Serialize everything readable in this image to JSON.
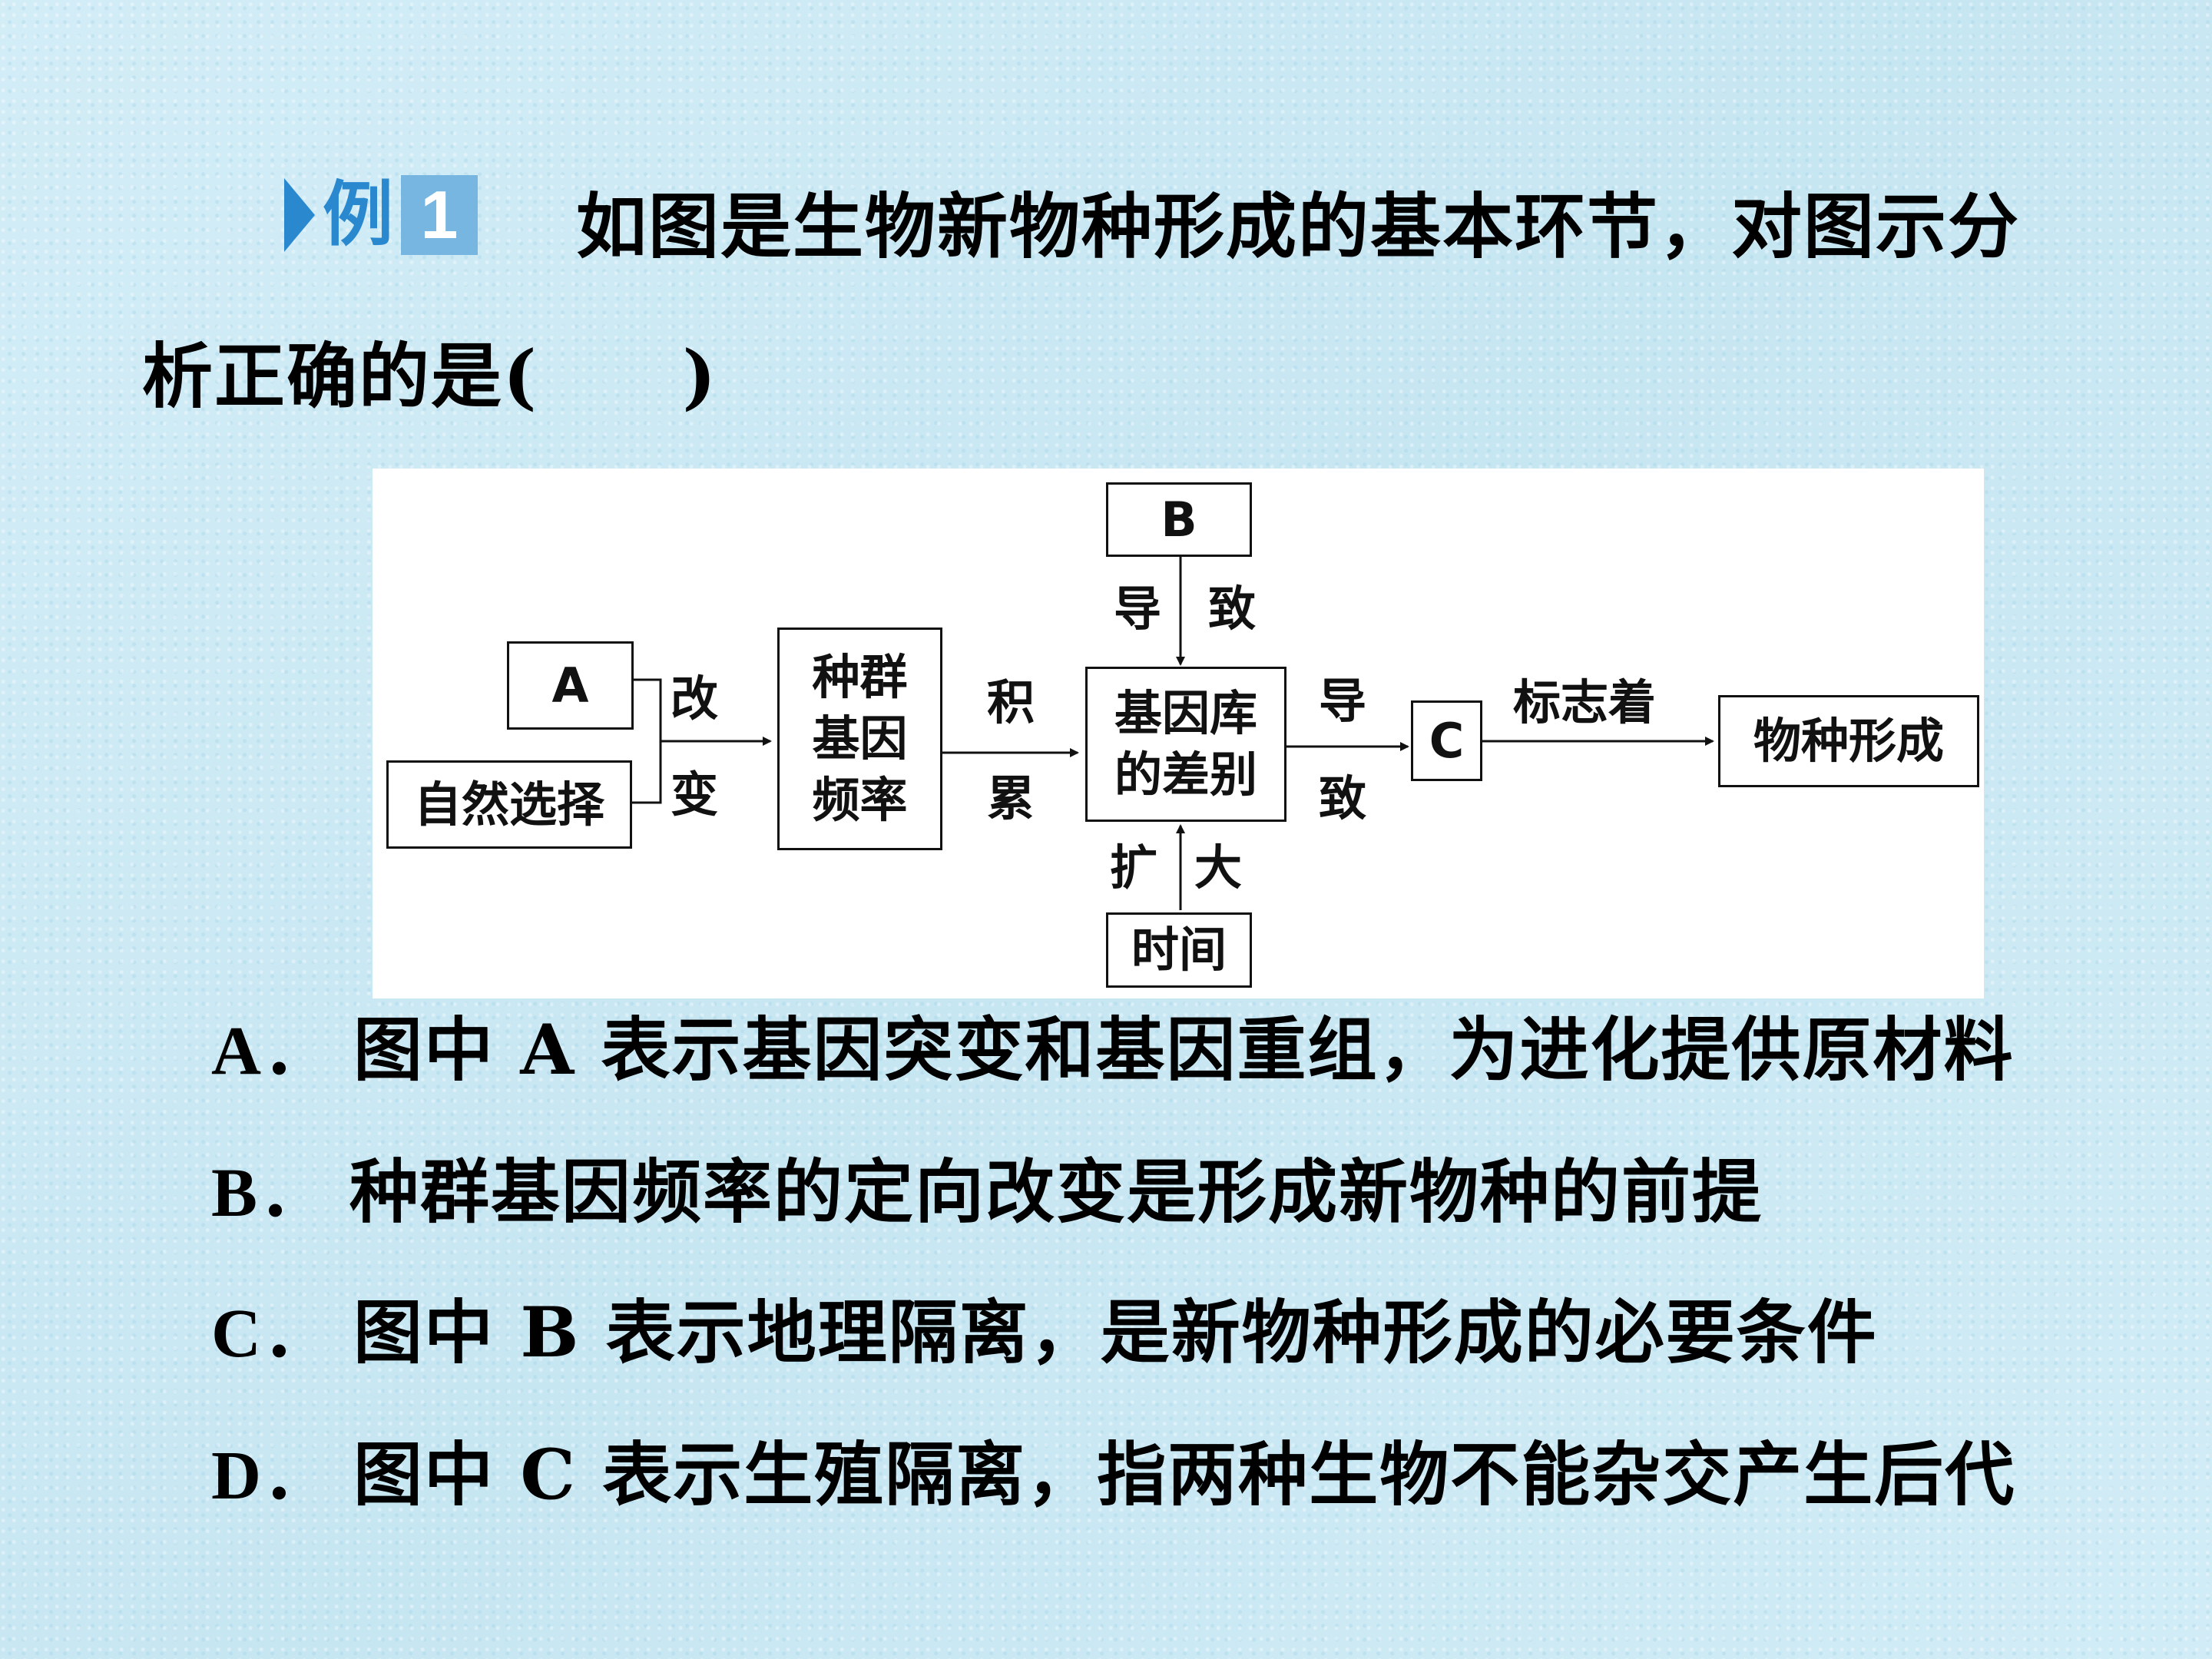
{
  "header": {
    "badge_word": "例",
    "badge_number": "1",
    "question_line1": "如图是生物新物种形成的基本环节，对图示分",
    "question_line2": "析正确的是",
    "paren_open": "(",
    "paren_close": ")"
  },
  "diagram": {
    "box_a": "A",
    "box_natural_selection": "自然选择",
    "label_gai": "改",
    "label_bian": "变",
    "box_freq_line1": "种群",
    "box_freq_line2": "基因",
    "box_freq_line3": "频率",
    "label_ji": "积",
    "label_lei": "累",
    "box_b": "B",
    "label_dao_top": "导",
    "label_zhi_top": "致",
    "box_pool_line1": "基因库",
    "box_pool_line2": "的差别",
    "label_kuo": "扩",
    "label_da": "大",
    "box_time": "时间",
    "label_dao_right": "导",
    "label_zhi_right": "致",
    "box_c": "C",
    "label_marks": "标志着",
    "box_species": "物种形成"
  },
  "options": [
    {
      "key": "A．",
      "text": "图中 A 表示基因突变和基因重组，为进化提供原材料"
    },
    {
      "key": "B．",
      "text": "种群基因频率的定向改变是形成新物种的前提"
    },
    {
      "key": "C．",
      "text": "图中 B 表示地理隔离，是新物种形成的必要条件"
    },
    {
      "key": "D．",
      "text": "图中 C 表示生殖隔离，指两种生物不能杂交产生后代"
    }
  ],
  "colors": {
    "accent": "#2a88cf",
    "badge_bg": "#76b6e0",
    "background": "#cdeaf4"
  }
}
